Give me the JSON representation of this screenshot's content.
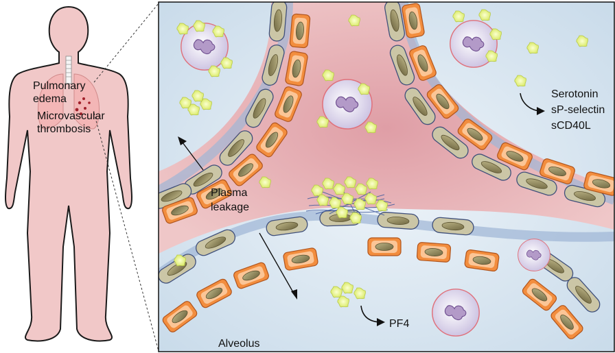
{
  "body_labels": {
    "pulmonary_edema_line1": "Pulmonary",
    "pulmonary_edema_line2": "edema",
    "thrombosis_line1": "Microvascular",
    "thrombosis_line2": "thrombosis"
  },
  "panel_labels": {
    "plasma_leakage_line1": "Plasma",
    "plasma_leakage_line2": "leakage",
    "mediator_1": "Serotonin",
    "mediator_2": "sP-selectin",
    "mediator_3": "sCD40L",
    "pf4": "PF4",
    "alveolus": "Alveolus"
  },
  "colors": {
    "lung_tissue": "#d9e6f1",
    "vessel_lumen": "#e6b4b8",
    "body_fill": "#f0c8c8",
    "endothelial_cell": "#cdc8a8",
    "epithelial_cell": "#f08c3c",
    "platelet": "#e8f080",
    "leukocyte": "#c8b8e0"
  }
}
